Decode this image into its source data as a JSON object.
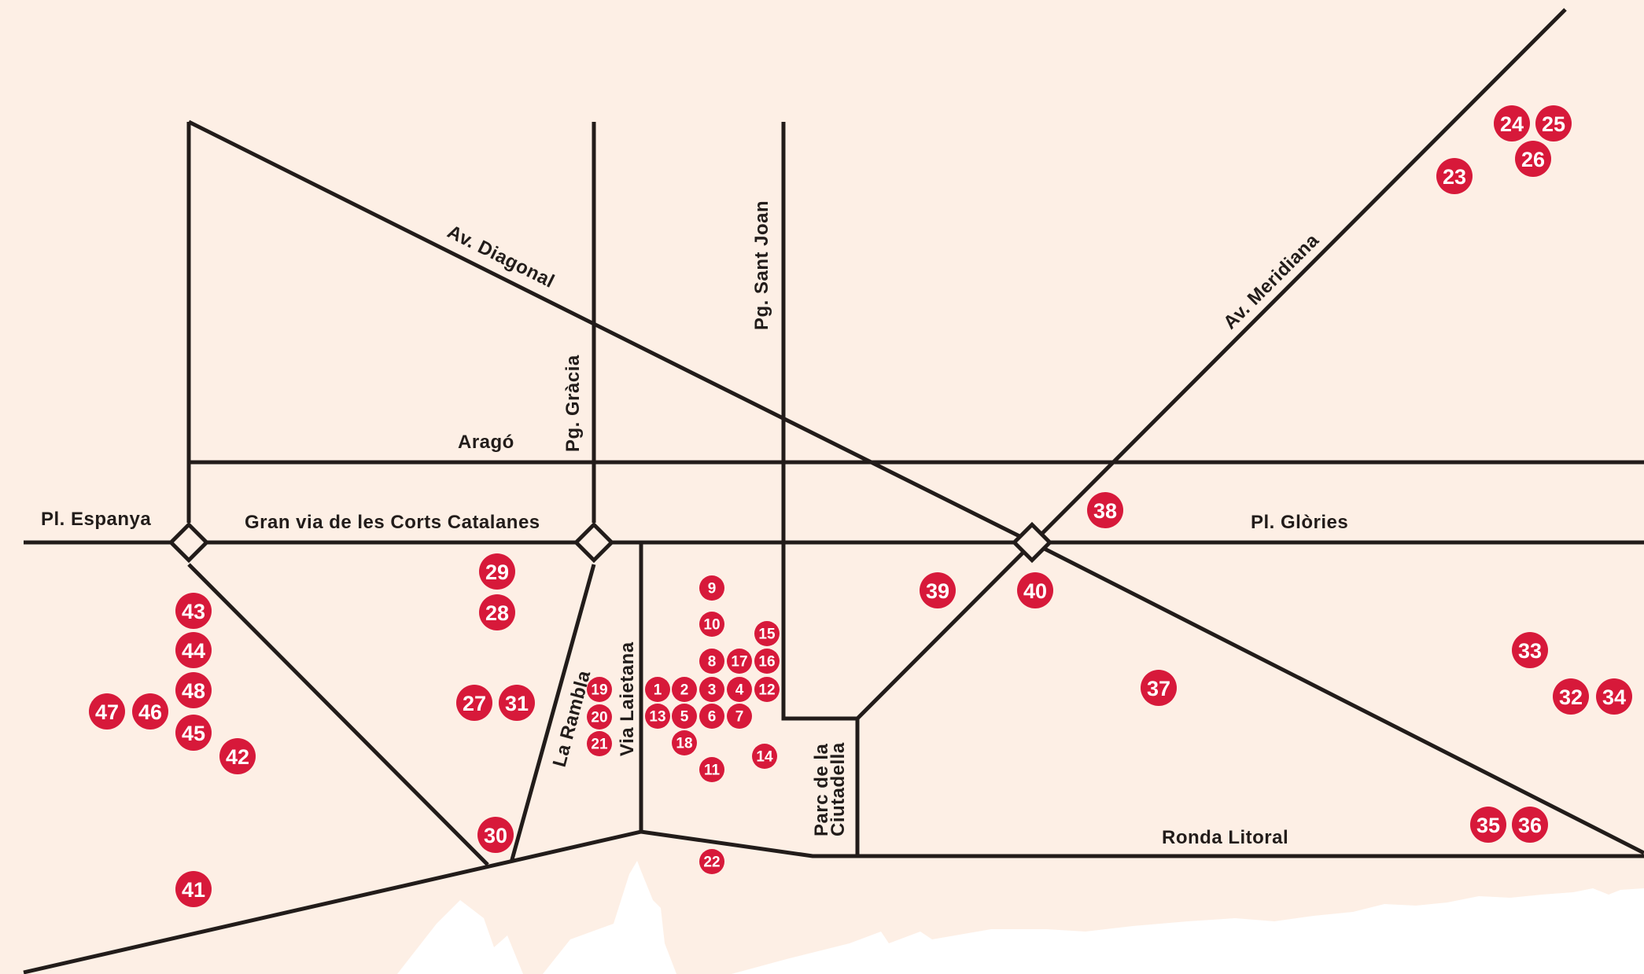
{
  "map": {
    "streets": {
      "diagonal": "Av. Diagonal",
      "gracia": "Pg. Gràcia",
      "sant_joan": "Pg. Sant Joan",
      "meridiana": "Av. Meridiana",
      "arago": "Aragó",
      "espanya": "Pl. Espanya",
      "gran_via": "Gran via de les Corts Catalanes",
      "glories": "Pl. Glòries",
      "rambla": "La Rambla",
      "laietana": "Via Laietana",
      "ciutadella_1": "Parc de la",
      "ciutadella_2": "Ciutadella",
      "litoral": "Ronda Litoral"
    },
    "colors": {
      "background": "#fdefe5",
      "street": "#221c1a",
      "marker": "#d7193a",
      "marker_text": "#ffffff",
      "sea": "#ffffff"
    },
    "markers": [
      "1",
      "2",
      "3",
      "4",
      "5",
      "6",
      "7",
      "8",
      "9",
      "10",
      "11",
      "12",
      "13",
      "14",
      "15",
      "16",
      "17",
      "18",
      "19",
      "20",
      "21",
      "22",
      "23",
      "24",
      "25",
      "26",
      "27",
      "28",
      "29",
      "30",
      "31",
      "32",
      "33",
      "34",
      "35",
      "36",
      "37",
      "38",
      "39",
      "40",
      "41",
      "42",
      "43",
      "44",
      "45",
      "46",
      "47",
      "48"
    ]
  }
}
